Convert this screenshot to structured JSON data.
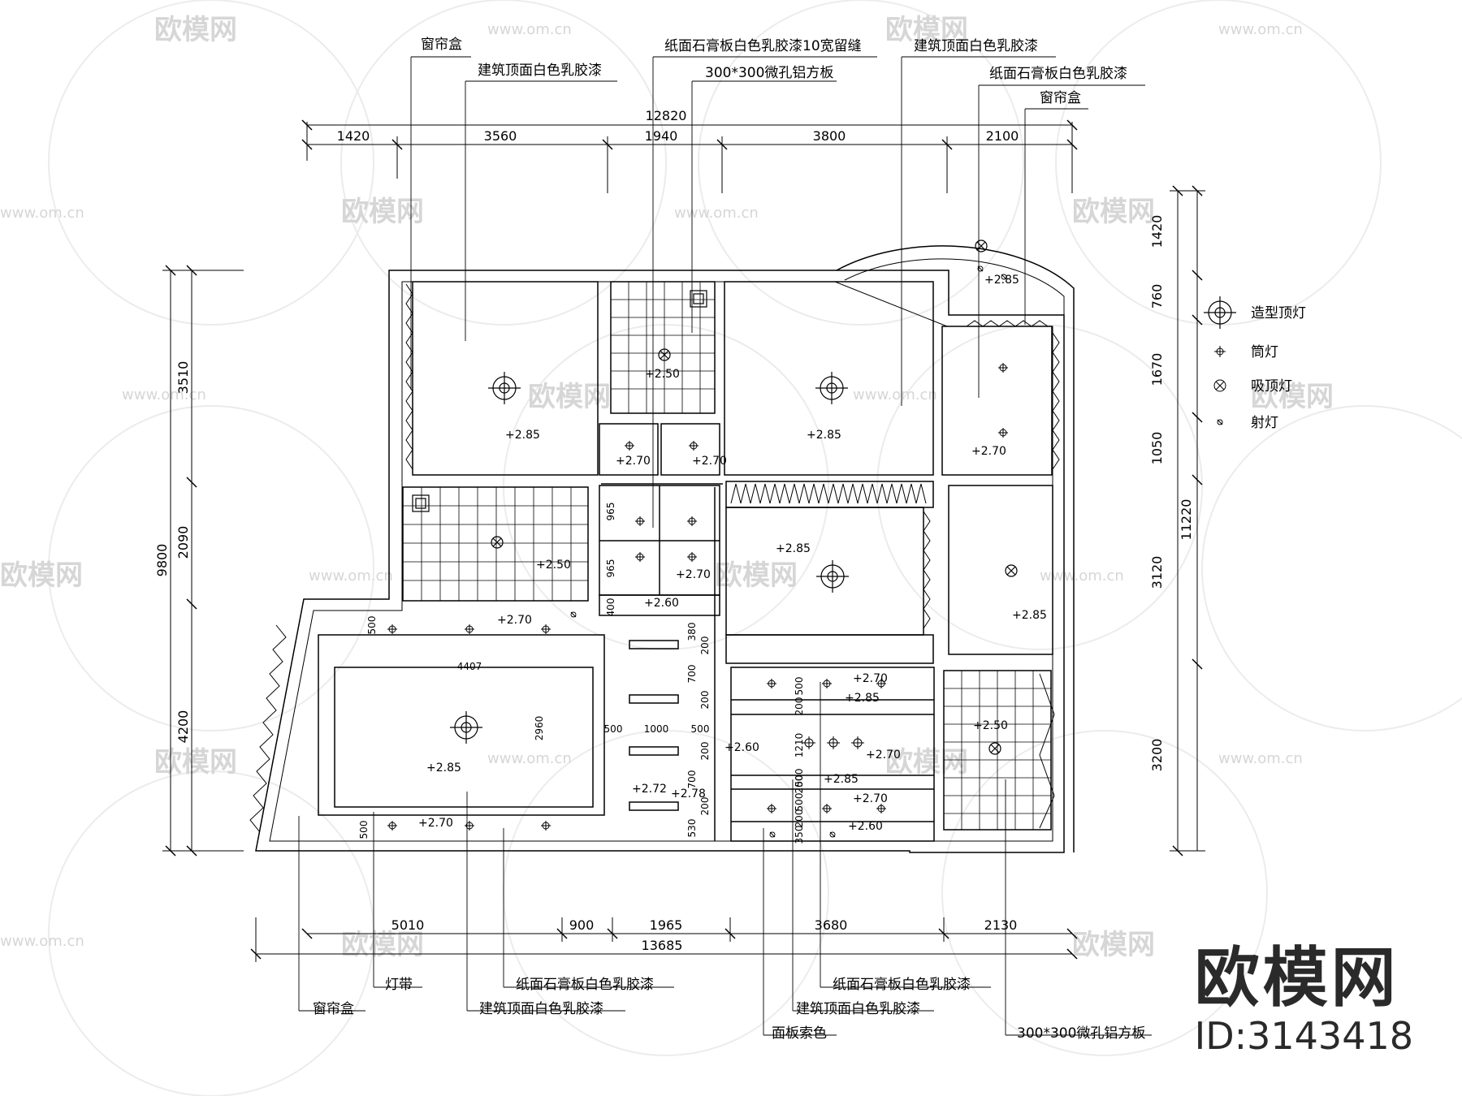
{
  "annotations": {
    "curtain_box_top": "窗帘盒",
    "building_ceiling_top_1": "建筑顶面白色乳胶漆",
    "gypsum_10mm_gap": "纸面石膏板白色乳胶漆10宽留缝",
    "aluminum_panel_top": "300*300微孔铝方板",
    "building_ceiling_top_2": "建筑顶面白色乳胶漆",
    "gypsum_top_right": "纸面石膏板白色乳胶漆",
    "curtain_box_right": "窗帘盒",
    "curtain_box_bottom": "窗帘盒",
    "light_strip": "灯带",
    "gypsum_bottom_1": "纸面石膏板白色乳胶漆",
    "building_ceiling_bottom_1": "建筑顶面白色乳胶漆",
    "panel_color": "面板索色",
    "gypsum_bottom_2": "纸面石膏板白色乳胶漆",
    "building_ceiling_bottom_2": "建筑顶面白色乳胶漆",
    "aluminum_panel_bottom": "300*300微孔铝方板"
  },
  "dimensions": {
    "top_total": "12820",
    "top_segments": [
      "1420",
      "3560",
      "1940",
      "3800",
      "2100"
    ],
    "bottom_total": "13685",
    "bottom_segments": [
      "5010",
      "900",
      "1965",
      "3680",
      "2130"
    ],
    "left_total": "9800",
    "left_segments": [
      "3510",
      "2090",
      "4200"
    ],
    "right_total": "11220",
    "right_segments": [
      "1420",
      "760",
      "1670",
      "1050",
      "3120",
      "3200"
    ],
    "inner": [
      "4407",
      "2960",
      "500",
      "500",
      "965",
      "965",
      "400",
      "380",
      "200",
      "700",
      "200",
      "500",
      "1000",
      "500",
      "200",
      "700",
      "200",
      "530",
      "500",
      "200",
      "1210",
      "200",
      "500",
      "200",
      "350",
      "500"
    ]
  },
  "elevations": {
    "bedroom_left": "+2.85",
    "bath_top": "+2.50",
    "bedroom_mid": "+2.85",
    "round_room": "+2.85",
    "corridor_a": "+2.70",
    "corridor_b": "+2.70",
    "room_right_upper": "+2.70",
    "kitchen": "+2.50",
    "hall_center": "+2.70",
    "study": "+2.85",
    "room_right_lower": "+2.85",
    "hall_lower": "+2.60",
    "living_top": "+2.70",
    "living_main": "+2.85",
    "living_bottom": "+2.70",
    "cab_a": "+2.72",
    "cab_b": "+2.78",
    "passage": "+2.60",
    "dining_1": "+2.70",
    "dining_2": "+2.85",
    "dining_3": "+2.70",
    "dining_4": "+2.85",
    "dining_5": "+2.70",
    "dining_6": "+2.60",
    "balcony_bath": "+2.50"
  },
  "legend": {
    "items": [
      {
        "icon": "feature-ceiling-light-icon",
        "label": "造型顶灯"
      },
      {
        "icon": "downlight-icon",
        "label": "筒灯"
      },
      {
        "icon": "ceiling-light-icon",
        "label": "吸顶灯"
      },
      {
        "icon": "spotlight-icon",
        "label": "射灯"
      }
    ]
  },
  "brand": {
    "watermark": "欧模网",
    "watermark_url": "www.om.cn",
    "logo": "欧模网",
    "id": "ID:3143418"
  }
}
